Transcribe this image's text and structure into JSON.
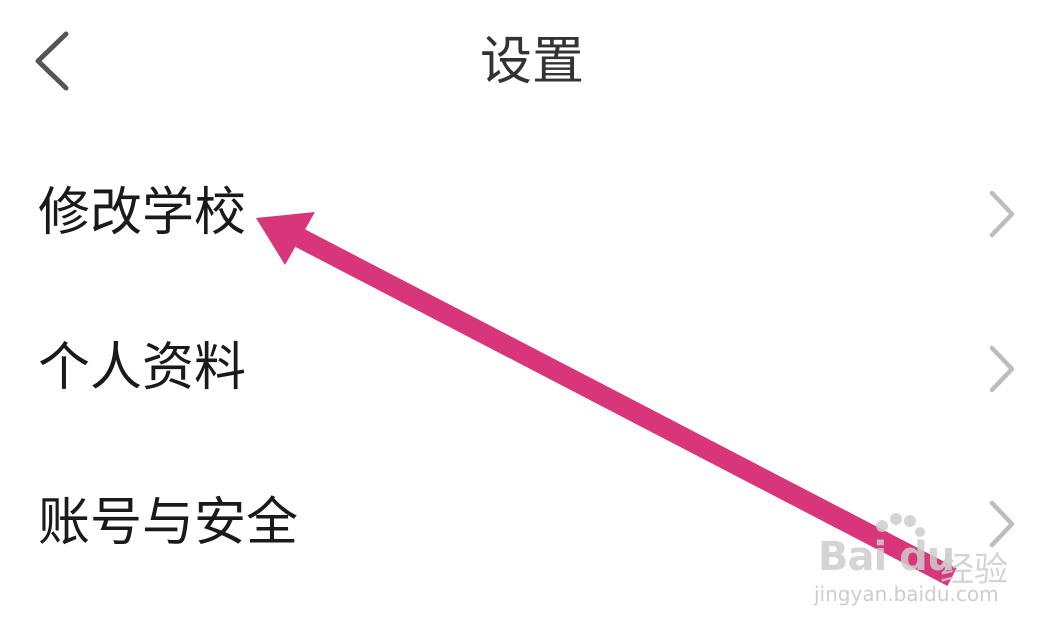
{
  "header": {
    "title": "设置",
    "back_icon": "chevron-left-icon"
  },
  "menu": {
    "items": [
      {
        "label": "修改学校",
        "icon": "chevron-right-icon"
      },
      {
        "label": "个人资料",
        "icon": "chevron-right-icon"
      },
      {
        "label": "账号与安全",
        "icon": "chevron-right-icon"
      }
    ]
  },
  "annotation": {
    "icon": "arrow-icon",
    "color": "#d8357a"
  },
  "watermark": {
    "brand": "Bai du",
    "badge": "du",
    "jingyan": "经验",
    "url": "jingyan.baidu.com"
  },
  "colors": {
    "background": "#ffffff",
    "text": "#1a1a1a",
    "title": "#333333",
    "chevron": "#bdbdbd",
    "arrow": "#d8357a"
  }
}
